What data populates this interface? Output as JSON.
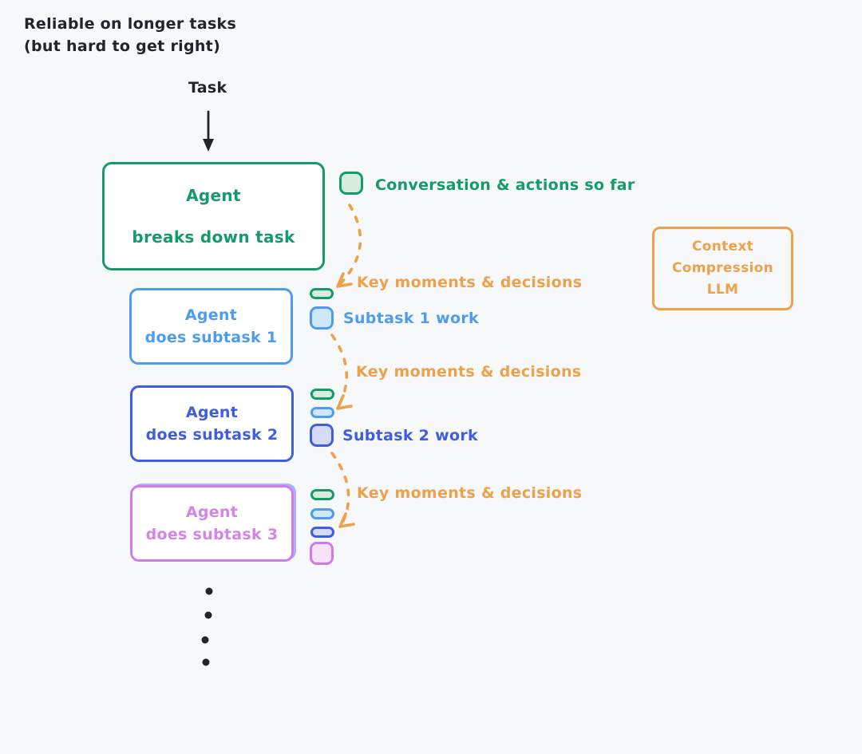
{
  "title": {
    "line1": "Reliable on longer tasks",
    "line2": "(but hard to get right)"
  },
  "task": {
    "label": "Task"
  },
  "agent_box": {
    "title": "Agent",
    "subtitle": "breaks down task",
    "color": "#149b69"
  },
  "subtask_boxes": [
    {
      "title": "Agent",
      "subtitle": "does subtask 1",
      "color": "#4d9cf0"
    },
    {
      "title": "Agent",
      "subtitle": "does subtask 2",
      "color": "#3f5de0"
    },
    {
      "title": "Agent",
      "subtitle": "does subtask 3",
      "color": "#cf7bee"
    }
  ],
  "compression_box": {
    "line1": "Context",
    "line2": "Compression",
    "line3": "LLM",
    "color": "#efa14a"
  },
  "annotations": {
    "conversation": "Conversation & actions so far",
    "key_moments": "Key moments & decisions",
    "subtask1_work": "Subtask 1 work",
    "subtask2_work": "Subtask 2 work"
  },
  "icons": {
    "conversation_chip": "green-rounded-square",
    "subtask1_work_chip": "blue-rounded-square",
    "subtask2_work_chip": "indigo-rounded-square",
    "subtask3_work_chip": "purple-rounded-square",
    "compressed_chips": [
      "green-pill",
      "blue-pill",
      "indigo-pill"
    ]
  },
  "colors": {
    "background": "#f7f8fa",
    "ink": "#23242b",
    "green": "#149b69",
    "light_blue": "#4d9cf0",
    "indigo": "#3f5de0",
    "purple": "#cf7bee",
    "orange": "#efa14a"
  }
}
